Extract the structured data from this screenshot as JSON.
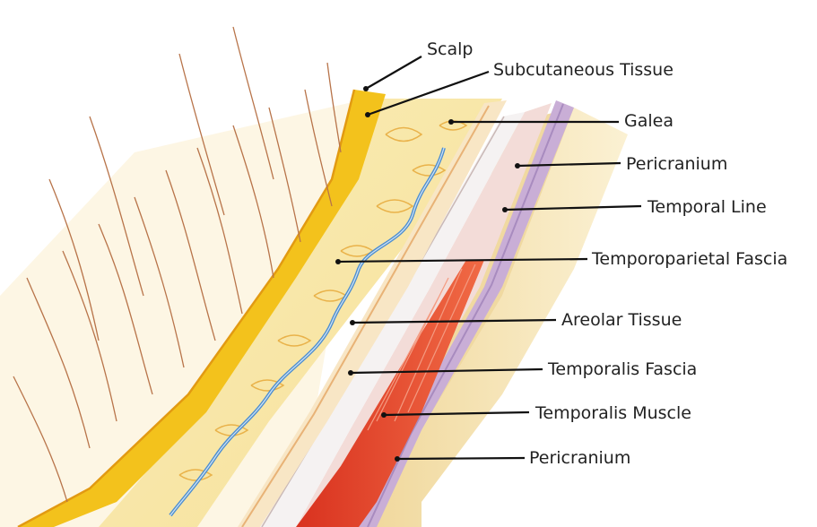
{
  "labels": {
    "scalp": "Scalp",
    "subcutaneous": "Subcutaneous Tissue",
    "galea": "Galea",
    "pericranium_top": "Pericranium",
    "temporal_line": "Temporal Line",
    "temporoparietal": "Temporoparietal Fascia",
    "areolar": "Areolar Tissue",
    "temporalis_fascia": "Temporalis Fascia",
    "temporalis_muscle": "Temporalis Muscle",
    "pericranium_bottom": "Pericranium"
  },
  "colors": {
    "scalp": "#f3c21c",
    "subcutaneous": "#f7e7a6",
    "bone": "#efd79a",
    "muscle": "#e8462c",
    "fascia": "#f2d6d4",
    "pericranium": "#c7a9d4",
    "vessel": "#4f8fcf",
    "hair": "#b8744a",
    "leader": "#111111"
  }
}
